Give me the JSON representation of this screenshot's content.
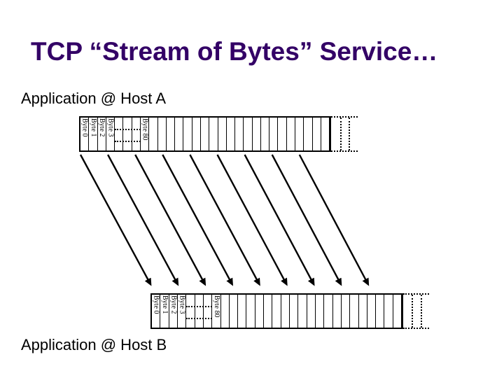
{
  "slide_title": {
    "text": "TCP “Stream of Bytes” Service…",
    "color": "#330066"
  },
  "labels": {
    "host_a": "Application @ Host A",
    "host_b": "Application @ Host B"
  },
  "byte_stream_row": {
    "leading_byte_labels": [
      "Byte 0",
      "Byte 1",
      "Byte 2",
      "Byte 3"
    ],
    "ellipsis_gap_cells": 3,
    "label_after_gap": "Byte 80",
    "trailing_empty_cells": 21,
    "dotted_continuation_cells": 3
  },
  "transfer_arrows": {
    "count": 9,
    "direction": "host-a-to-host-b"
  },
  "colors": {
    "line": "#000000",
    "background": "#ffffff"
  }
}
